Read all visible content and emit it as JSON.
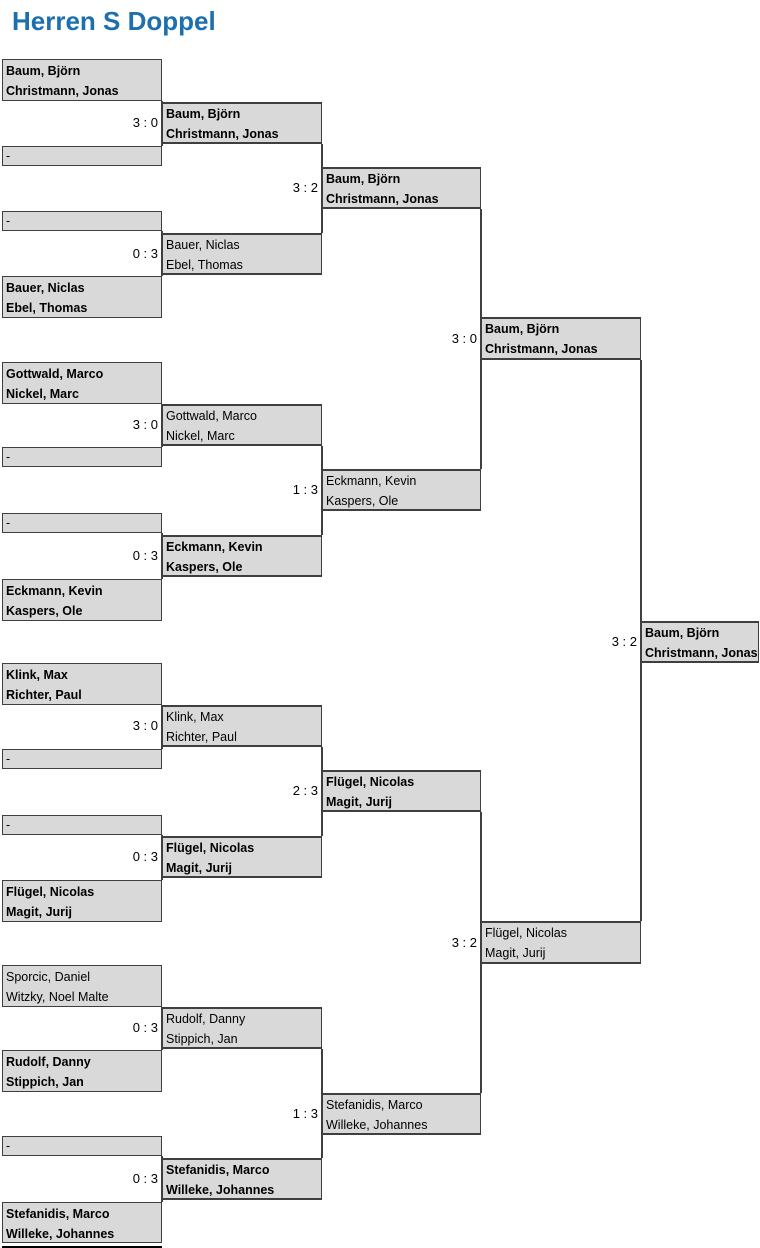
{
  "title": "Herren S Doppel",
  "colors": {
    "title_blue": "#1e6fae",
    "box_fill": "#d9d9d9",
    "box_border": "#3f3f3f",
    "text": "#000000",
    "background": "#ffffff"
  },
  "bracket": {
    "rounds": [
      {
        "slots": [
          {
            "lines": [
              "Baum, Björn",
              "Christmann, Jonas"
            ],
            "bold": true,
            "bye": false
          },
          {
            "lines": [
              "-"
            ],
            "bold": false,
            "bye": true
          },
          {
            "lines": [
              "-"
            ],
            "bold": false,
            "bye": true
          },
          {
            "lines": [
              "Bauer, Niclas",
              "Ebel, Thomas"
            ],
            "bold": true,
            "bye": false
          },
          {
            "lines": [
              "Gottwald, Marco",
              "Nickel, Marc"
            ],
            "bold": true,
            "bye": false
          },
          {
            "lines": [
              "-"
            ],
            "bold": false,
            "bye": true
          },
          {
            "lines": [
              "-"
            ],
            "bold": false,
            "bye": true
          },
          {
            "lines": [
              "Eckmann, Kevin",
              "Kaspers, Ole"
            ],
            "bold": true,
            "bye": false
          },
          {
            "lines": [
              "Klink, Max",
              "Richter, Paul"
            ],
            "bold": true,
            "bye": false
          },
          {
            "lines": [
              "-"
            ],
            "bold": false,
            "bye": true
          },
          {
            "lines": [
              "-"
            ],
            "bold": false,
            "bye": true
          },
          {
            "lines": [
              "Flügel, Nicolas",
              "Magit, Jurij"
            ],
            "bold": true,
            "bye": false
          },
          {
            "lines": [
              "Sporcic, Daniel",
              "Witzky, Noel Malte"
            ],
            "bold": false,
            "bye": false
          },
          {
            "lines": [
              "Rudolf, Danny",
              "Stippich, Jan"
            ],
            "bold": true,
            "bye": false
          },
          {
            "lines": [
              "-"
            ],
            "bold": false,
            "bye": true
          },
          {
            "lines": [
              "Stefanidis, Marco",
              "Willeke, Johannes"
            ],
            "bold": true,
            "bye": false
          }
        ]
      },
      {
        "slots": [
          {
            "lines": [
              "Baum, Björn",
              "Christmann, Jonas"
            ],
            "bold": true,
            "bye": false,
            "score": "3 : 0"
          },
          {
            "lines": [
              "Bauer, Niclas",
              "Ebel, Thomas"
            ],
            "bold": false,
            "bye": false,
            "score": "0 : 3"
          },
          {
            "lines": [
              "Gottwald, Marco",
              "Nickel, Marc"
            ],
            "bold": false,
            "bye": false,
            "score": "3 : 0"
          },
          {
            "lines": [
              "Eckmann, Kevin",
              "Kaspers, Ole"
            ],
            "bold": true,
            "bye": false,
            "score": "0 : 3"
          },
          {
            "lines": [
              "Klink, Max",
              "Richter, Paul"
            ],
            "bold": false,
            "bye": false,
            "score": "3 : 0"
          },
          {
            "lines": [
              "Flügel, Nicolas",
              "Magit, Jurij"
            ],
            "bold": true,
            "bye": false,
            "score": "0 : 3"
          },
          {
            "lines": [
              "Rudolf, Danny",
              "Stippich, Jan"
            ],
            "bold": false,
            "bye": false,
            "score": "0 : 3"
          },
          {
            "lines": [
              "Stefanidis, Marco",
              "Willeke, Johannes"
            ],
            "bold": true,
            "bye": false,
            "score": "0 : 3"
          }
        ]
      },
      {
        "slots": [
          {
            "lines": [
              "Baum, Björn",
              "Christmann, Jonas"
            ],
            "bold": true,
            "bye": false,
            "score": "3 : 2"
          },
          {
            "lines": [
              "Eckmann, Kevin",
              "Kaspers, Ole"
            ],
            "bold": false,
            "bye": false,
            "score": "1 : 3"
          },
          {
            "lines": [
              "Flügel, Nicolas",
              "Magit, Jurij"
            ],
            "bold": true,
            "bye": false,
            "score": "2 : 3"
          },
          {
            "lines": [
              "Stefanidis, Marco",
              "Willeke, Johannes"
            ],
            "bold": false,
            "bye": false,
            "score": "1 : 3"
          }
        ]
      },
      {
        "slots": [
          {
            "lines": [
              "Baum, Björn",
              "Christmann, Jonas"
            ],
            "bold": true,
            "bye": false,
            "score": "3 : 0"
          },
          {
            "lines": [
              "Flügel, Nicolas",
              "Magit, Jurij"
            ],
            "bold": false,
            "bye": false,
            "score": "3 : 2"
          }
        ]
      },
      {
        "slots": [
          {
            "lines": [
              "Baum, Björn",
              "Christmann, Jonas"
            ],
            "bold": true,
            "bye": false,
            "score": "3 : 2"
          }
        ]
      }
    ]
  }
}
